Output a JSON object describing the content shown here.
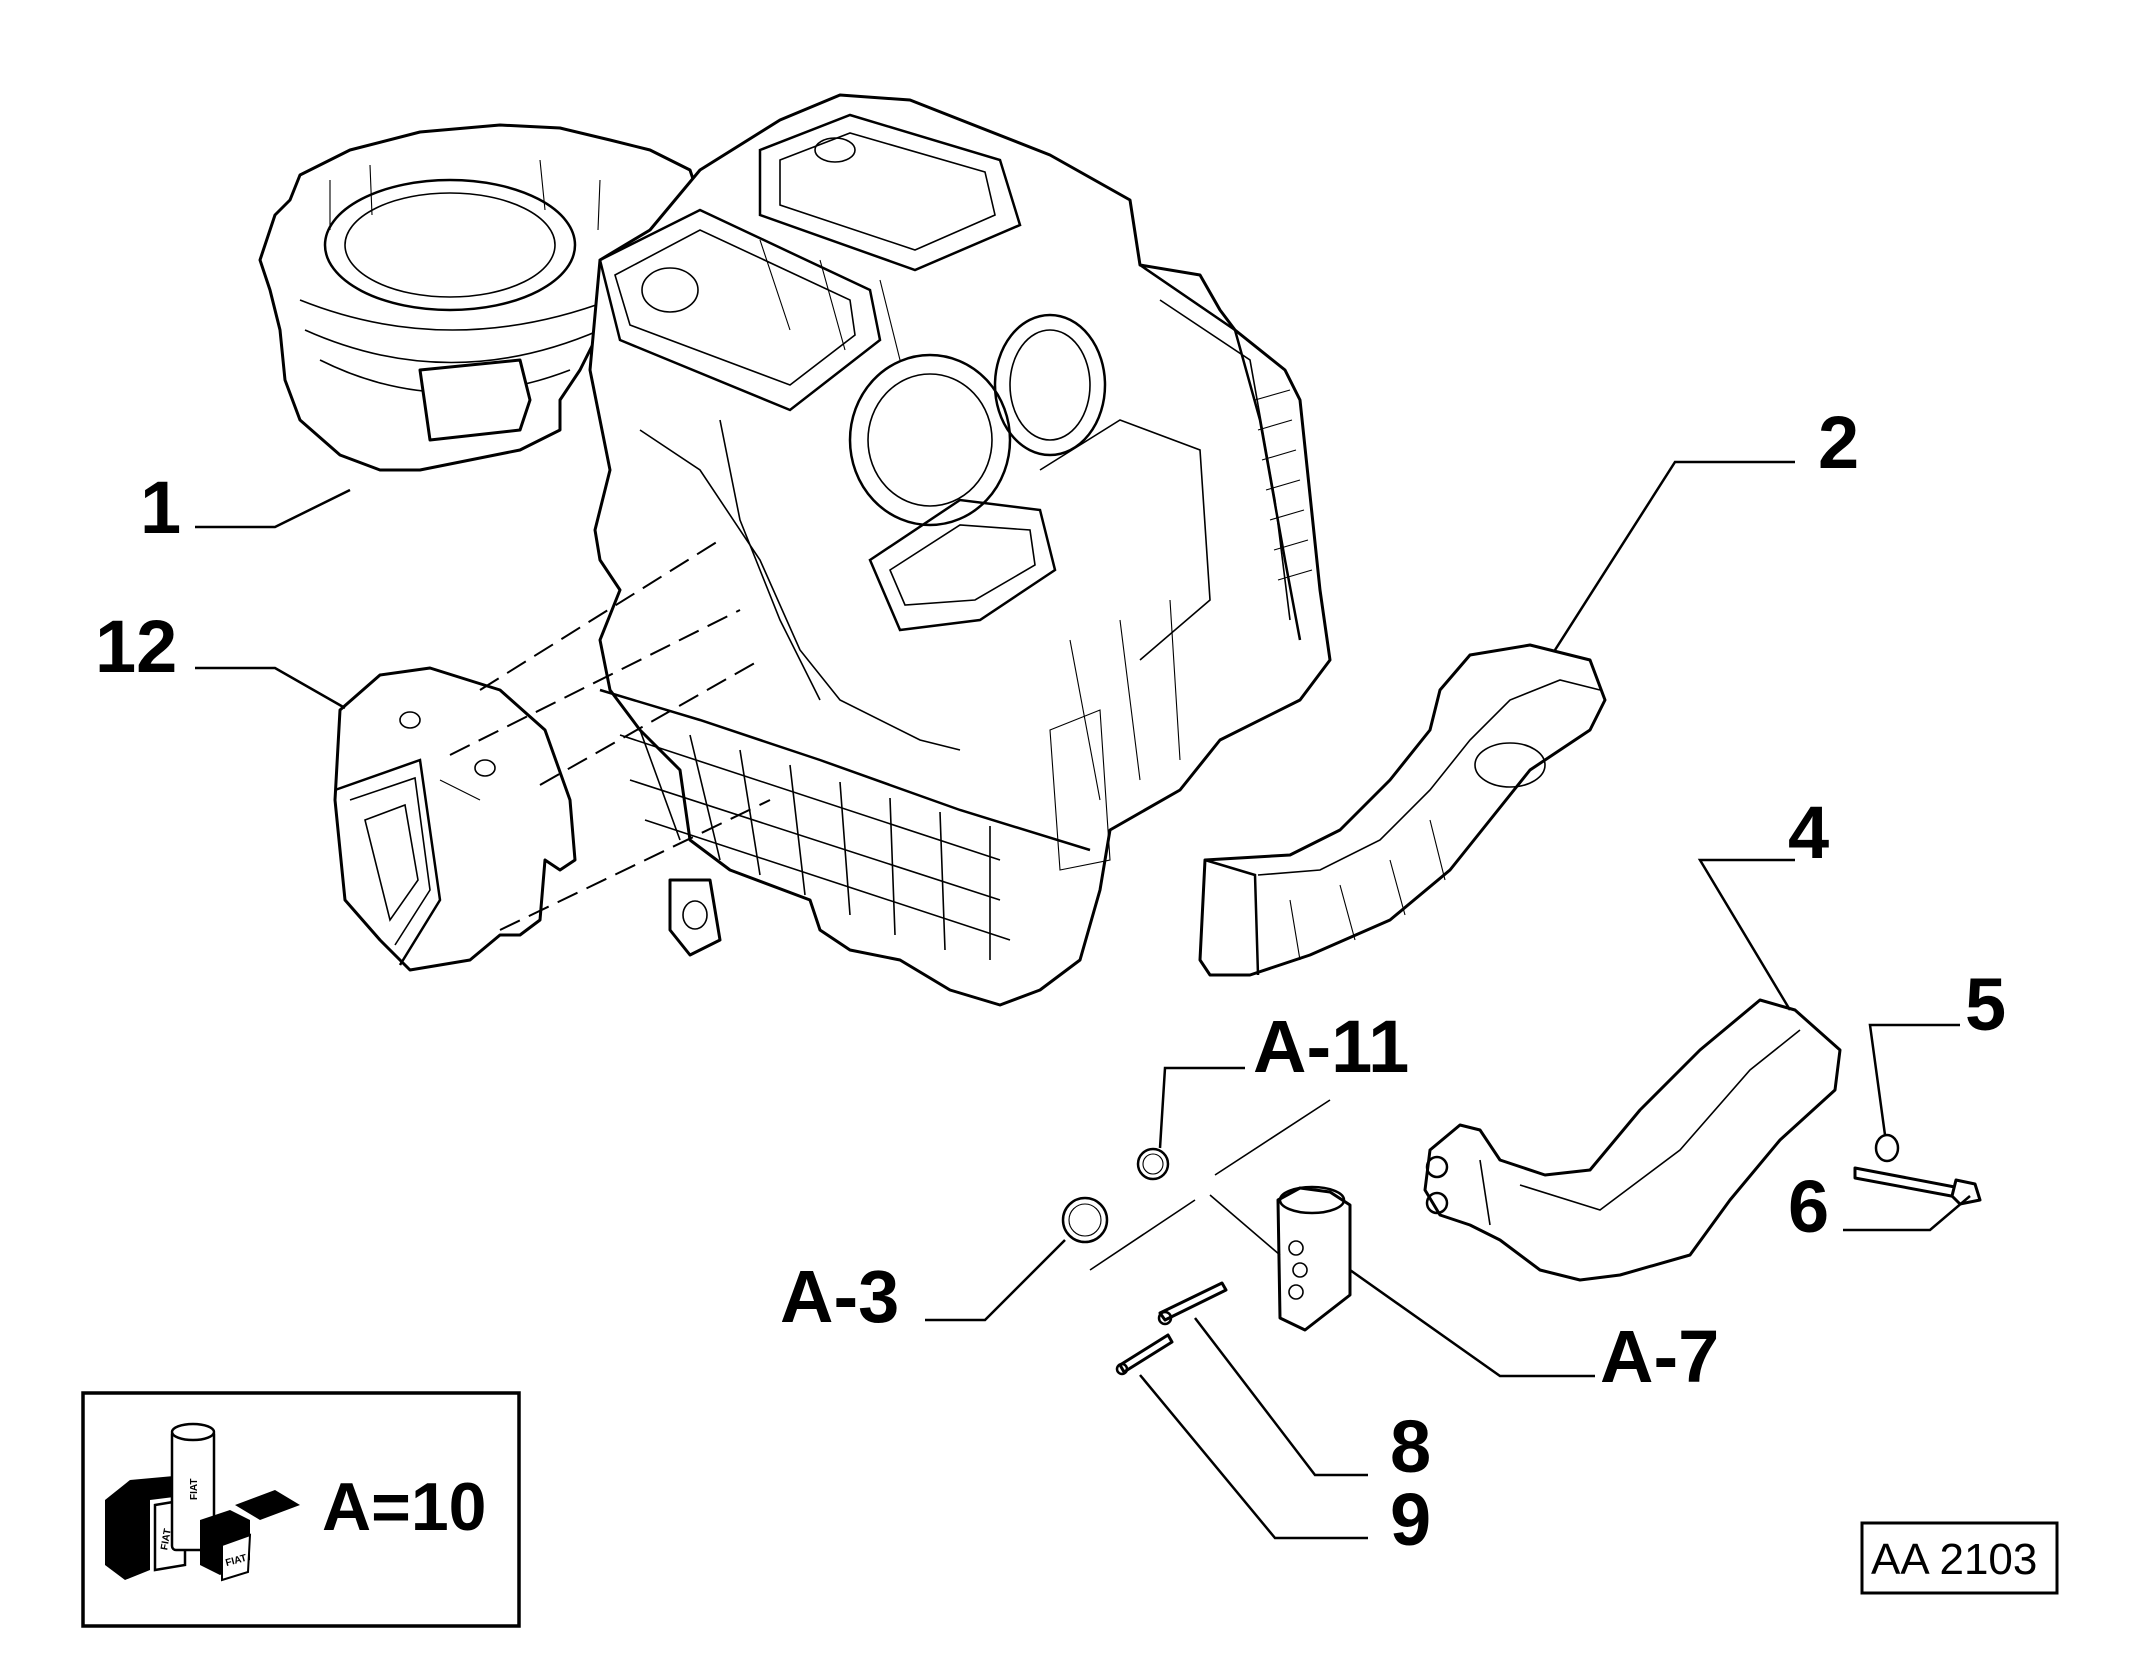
{
  "callouts": {
    "c1": "1",
    "c2": "2",
    "c4": "4",
    "c5": "5",
    "c6": "6",
    "c8": "8",
    "c9": "9",
    "c12": "12",
    "cA11": "A-11",
    "cA3": "A-3",
    "cA7": "A-7"
  },
  "legend_box": {
    "value": "A=10",
    "brand_marks": [
      "FIAT",
      "FIAT",
      "FIAT"
    ]
  },
  "drawing_code": "AA 2103"
}
